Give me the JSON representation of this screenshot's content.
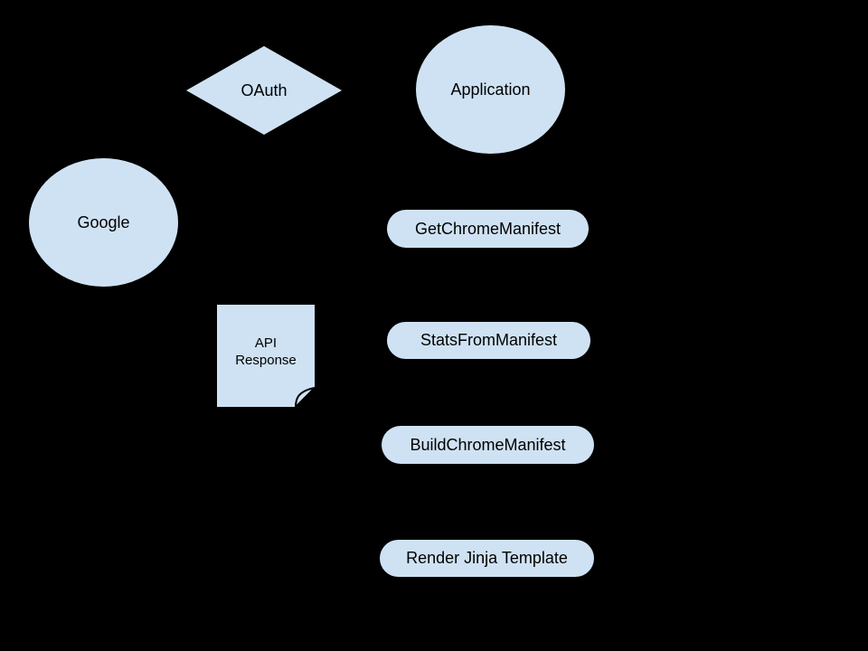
{
  "diagram": {
    "colors": {
      "canvas_background": "#000000",
      "node_fill": "#cfe2f3",
      "text_color": "#000000",
      "fold_outline": "#000000"
    },
    "nodes": {
      "oauth": {
        "shape": "diamond",
        "label": "OAuth"
      },
      "application": {
        "shape": "ellipse",
        "label": "Application"
      },
      "google": {
        "shape": "ellipse",
        "label": "Google"
      },
      "get_chrome_manifest": {
        "shape": "stadium",
        "label": "GetChromeManifest"
      },
      "api_response": {
        "shape": "document",
        "label": "API\nResponse"
      },
      "stats_from_manifest": {
        "shape": "stadium",
        "label": "StatsFromManifest"
      },
      "build_chrome_manifest": {
        "shape": "stadium",
        "label": "BuildChromeManifest"
      },
      "render_jinja_template": {
        "shape": "stadium",
        "label": "Render Jinja Template"
      }
    }
  }
}
